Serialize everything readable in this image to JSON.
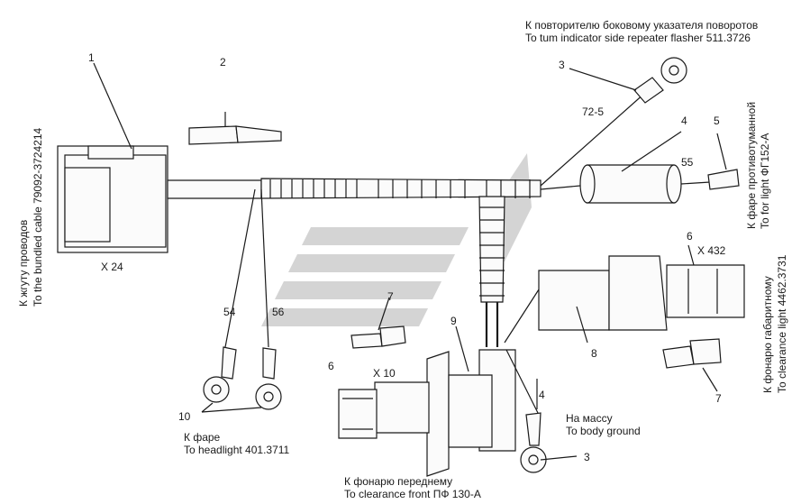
{
  "labels": {
    "n1": "1",
    "n2": "2",
    "n3": "3",
    "n4": "4",
    "n5": "5",
    "n6": "6",
    "n7": "7",
    "n8": "8",
    "n9": "9",
    "n10": "10",
    "w725": "72-5",
    "w55": "55",
    "w54": "54",
    "w56": "56",
    "x24": "X 24",
    "x10": "X 10",
    "x432": "X 432"
  },
  "captions": {
    "turn_ru": "К  повторителю боковому указателя поворотов",
    "turn_en": "To tum indicator side repeater flasher 511.3726",
    "head_ru": "К фаре",
    "head_en": "To headlight 401.3711",
    "front_ru": "К фонарю переднему",
    "front_en": "To clearance front ПФ 130-А",
    "ground_ru": "На массу",
    "ground_en": "To body ground",
    "harness_ru": "К жгуту проводов",
    "harness_en": "To the bundled cable 79092-3724214",
    "fog_ru": "К фаре противотуманной",
    "fog_en": "To for light ФГ152-А",
    "clear_ru": "К фонарю габаритному",
    "clear_en": "To clearance light 4462.3731"
  }
}
